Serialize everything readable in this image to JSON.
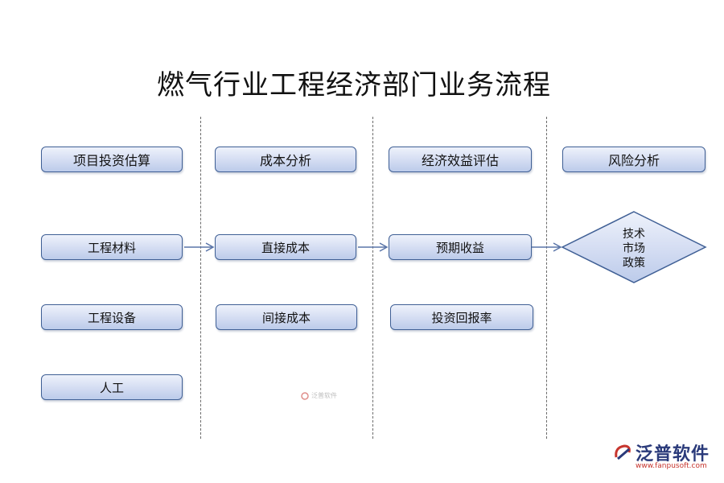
{
  "title": "燃气行业工程经济部门业务流程",
  "columns": [
    {
      "header": "项目投资估算",
      "items": [
        "工程材料",
        "工程设备",
        "人工"
      ]
    },
    {
      "header": "成本分析",
      "items": [
        "直接成本",
        "间接成本"
      ]
    },
    {
      "header": "经济效益评估",
      "items": [
        "预期收益",
        "投资回报率"
      ]
    },
    {
      "header": "风险分析",
      "diamond": [
        "技术",
        "市场",
        "政策"
      ]
    }
  ],
  "colors": {
    "box_border": "#3f5f95",
    "box_fill_top": "#eef2fb",
    "box_fill_bottom": "#bccbea",
    "arrow": "#5a75a8",
    "divider": "#6a6a6a"
  },
  "watermark": {
    "center_text": "泛普软件",
    "logo_text": "泛普软件",
    "logo_url": "www.fanpusoft.com"
  }
}
